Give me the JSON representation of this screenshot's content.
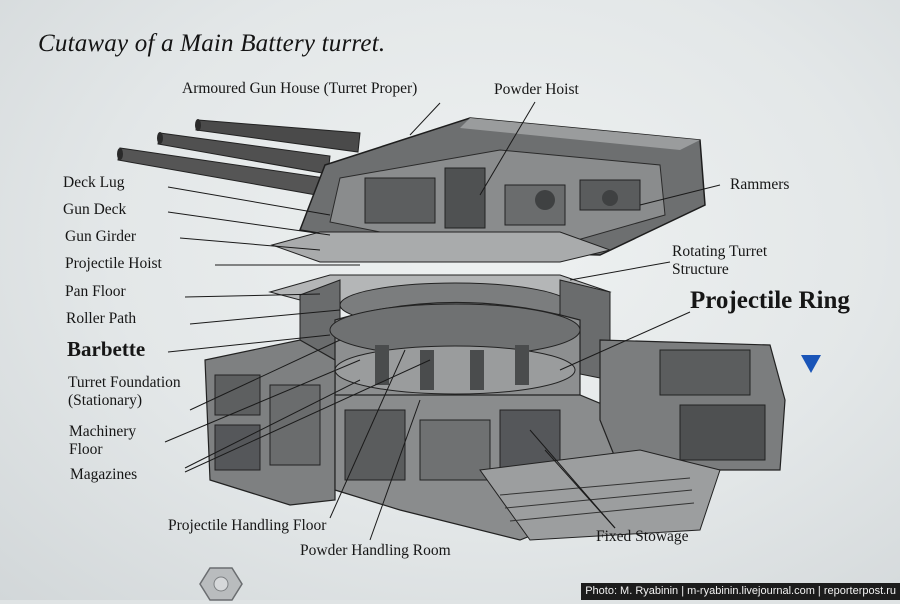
{
  "title": "Cutaway of a Main Battery turret.",
  "labels": {
    "armoured_gun_house": "Armoured Gun House (Turret Proper)",
    "powder_hoist": "Powder Hoist",
    "deck_lug": "Deck Lug",
    "gun_deck": "Gun Deck",
    "gun_girder": "Gun Girder",
    "projectile_hoist": "Projectile Hoist",
    "pan_floor": "Pan Floor",
    "roller_path": "Roller Path",
    "barbette": "Barbette",
    "turret_foundation_1": "Turret Foundation",
    "turret_foundation_2": "(Stationary)",
    "machinery_floor_1": "Machinery",
    "machinery_floor_2": "Floor",
    "magazines": "Magazines",
    "projectile_handling_floor": "Projectile Handling Floor",
    "powder_handling_room": "Powder Handling Room",
    "rammers": "Rammers",
    "rotating_structure_1": "Rotating Turret",
    "rotating_structure_2": "Structure",
    "projectile_ring": "Projectile Ring",
    "fixed_stowage": "Fixed Stowage"
  },
  "marker_icon": "triangle-down-icon",
  "credit": "Photo: M. Ryabinin | m-ryabinin.livejournal.com | reporterpost.ru",
  "colors": {
    "panel": "#e3e7e8",
    "ink": "#161616",
    "marker": "#1a55b8",
    "credit_bg": "#1c1c1c"
  }
}
